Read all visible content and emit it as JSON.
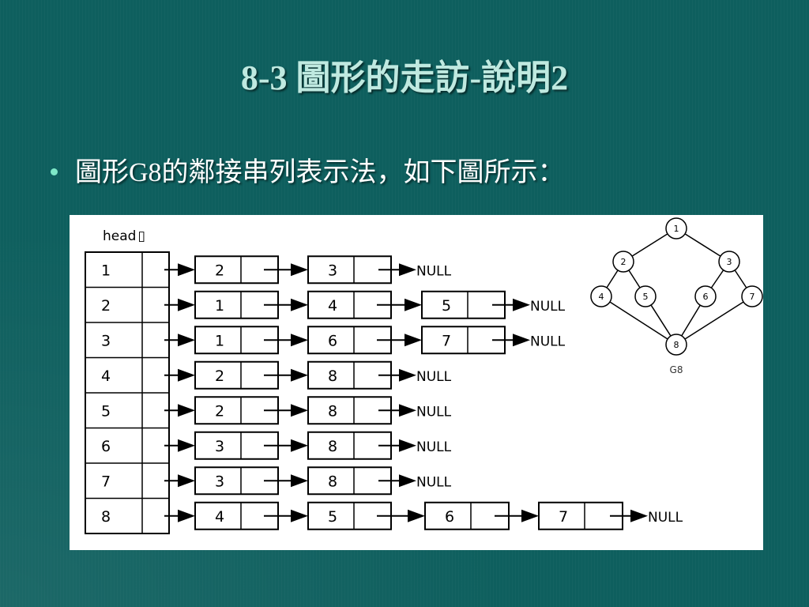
{
  "title": "8-3 圖形的走訪-說明2",
  "bullet": "圖形G8的鄰接串列表示法，如下圖所示：",
  "figure": {
    "head_label": "head",
    "head_glyph": "▯",
    "null_label": "NULL",
    "graph_label": "G8",
    "adjacency": [
      {
        "vertex": "1",
        "neighbors": [
          "2",
          "3"
        ]
      },
      {
        "vertex": "2",
        "neighbors": [
          "1",
          "4",
          "5"
        ]
      },
      {
        "vertex": "3",
        "neighbors": [
          "1",
          "6",
          "7"
        ]
      },
      {
        "vertex": "4",
        "neighbors": [
          "2",
          "8"
        ]
      },
      {
        "vertex": "5",
        "neighbors": [
          "2",
          "8"
        ]
      },
      {
        "vertex": "6",
        "neighbors": [
          "3",
          "8"
        ]
      },
      {
        "vertex": "7",
        "neighbors": [
          "3",
          "8"
        ]
      },
      {
        "vertex": "8",
        "neighbors": [
          "4",
          "5",
          "6",
          "7"
        ]
      }
    ],
    "graph_nodes": [
      "1",
      "2",
      "3",
      "4",
      "5",
      "6",
      "7",
      "8"
    ],
    "graph_edges": [
      [
        "1",
        "2"
      ],
      [
        "1",
        "3"
      ],
      [
        "2",
        "4"
      ],
      [
        "2",
        "5"
      ],
      [
        "3",
        "6"
      ],
      [
        "3",
        "7"
      ],
      [
        "4",
        "8"
      ],
      [
        "5",
        "8"
      ],
      [
        "6",
        "8"
      ],
      [
        "7",
        "8"
      ]
    ]
  }
}
